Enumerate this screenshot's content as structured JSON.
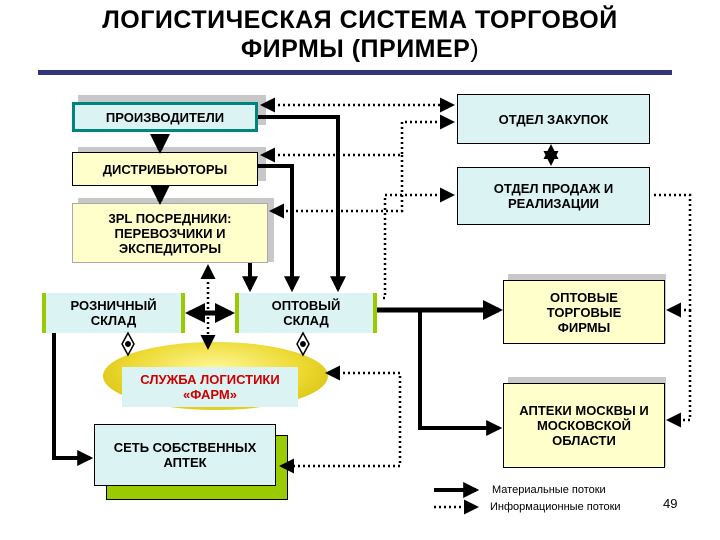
{
  "title": {
    "line1": "ЛОГИСТИЧЕСКАЯ СИСТЕМА ТОРГОВОЙ",
    "line2_main": "ФИРМЫ (ПРИМЕР",
    "line2_paren": ")"
  },
  "nodes": {
    "producers": "ПРОИЗВОДИТЕЛИ",
    "distributors": "ДИСТРИБЬЮТОРЫ",
    "threepl": "3PL ПОСРЕДНИКИ: ПЕРЕВОЗЧИКИ И ЭКСПЕДИТОРЫ",
    "retail_warehouse": "РОЗНИЧНЫЙ СКЛАД",
    "wholesale_warehouse": "ОПТОВЫЙ СКЛАД",
    "logistics_service": "СЛУЖБА ЛОГИСТИКИ «ФАРМ»",
    "own_pharmacies": "СЕТЬ СОБСТВЕННЫХ АПТЕК",
    "purchasing": "ОТДЕЛ ЗАКУПОК",
    "sales": "ОТДЕЛ ПРОДАЖ И РЕАЛИЗАЦИИ",
    "wholesale_firms": "ОПТОВЫЕ ТОРГОВЫЕ ФИРМЫ",
    "moscow_pharmacies": "АПТЕКИ МОСКВЫ И МОСКОВСКОЙ ОБЛАСТИ"
  },
  "legend": {
    "material": "Материальные потоки",
    "information": "Информационные потоки"
  },
  "page_number": "49",
  "colors": {
    "box_fill_cyan": "#dcf3f3",
    "box_fill_yellow": "#ffffcc",
    "shadow_green": "#99cc00",
    "title_rule": "#34347a",
    "logistics_text": "#cc0000"
  }
}
